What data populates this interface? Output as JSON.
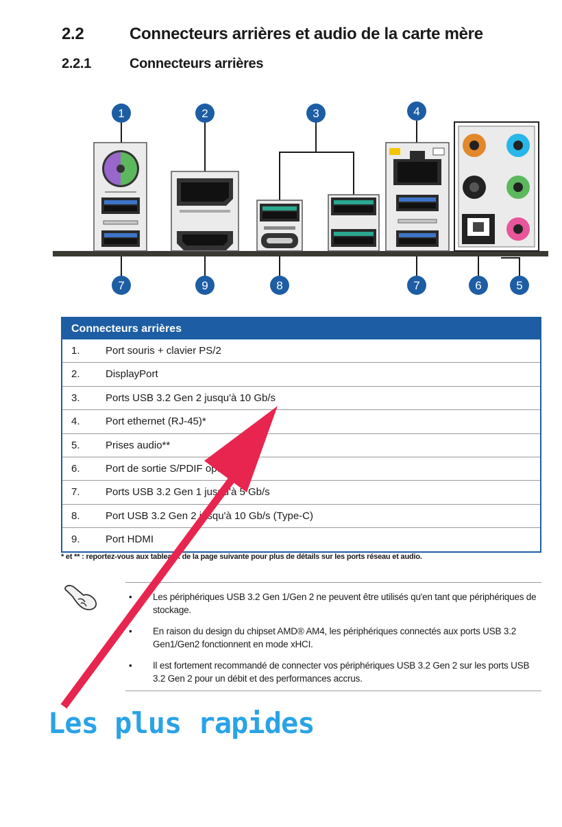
{
  "section": {
    "number": "2.2",
    "title": "Connecteurs arrières et audio de la carte mère"
  },
  "subsection": {
    "number": "2.2.1",
    "title": "Connecteurs arrières"
  },
  "diagram": {
    "top_callouts": [
      "1",
      "2",
      "3",
      "4"
    ],
    "bottom_callouts": [
      "7",
      "9",
      "8",
      "7",
      "6",
      "5"
    ],
    "badge_color": "#1d5da3"
  },
  "table": {
    "header": "Connecteurs arrières",
    "rows": [
      {
        "num": "1.",
        "label": "Port souris + clavier PS/2"
      },
      {
        "num": "2.",
        "label": "DisplayPort"
      },
      {
        "num": "3.",
        "label": "Ports USB 3.2 Gen 2 jusqu'à 10 Gb/s"
      },
      {
        "num": "4.",
        "label": "Port ethernet (RJ-45)*"
      },
      {
        "num": "5.",
        "label": "Prises audio**"
      },
      {
        "num": "6.",
        "label": "Port de sortie S/PDIF optique"
      },
      {
        "num": "7.",
        "label": "Ports USB 3.2 Gen 1 jusqu'à 5 Gb/s"
      },
      {
        "num": "8.",
        "label": "Port USB 3.2 Gen 2 jusqu'à 10 Gb/s (Type-C)"
      },
      {
        "num": "9.",
        "label": "Port HDMI"
      }
    ]
  },
  "footnote": "* et ** : reportez-vous aux tableaux de la page suivante pour plus de détails sur les ports réseau et audio.",
  "notes": [
    "Les périphériques USB 3.2 Gen 1/Gen 2 ne peuvent être utilisés qu'en tant que périphériques de stockage.",
    "En raison du design du chipset AMD® AM4, les périphériques connectés aux ports USB 3.2 Gen1/Gen2 fonctionnent en mode xHCI.",
    "Il est fortement recommandé de connecter vos périphériques USB 3.2 Gen 2 sur les ports USB 3.2 Gen 2 pour un débit et des performances accrus."
  ],
  "bullet_char": "•",
  "icons": {
    "note": "pointing-hand-icon"
  },
  "annotation": {
    "text": "Les plus rapides",
    "color": "#2aa3e6",
    "arrow_color": "#e8254f"
  }
}
